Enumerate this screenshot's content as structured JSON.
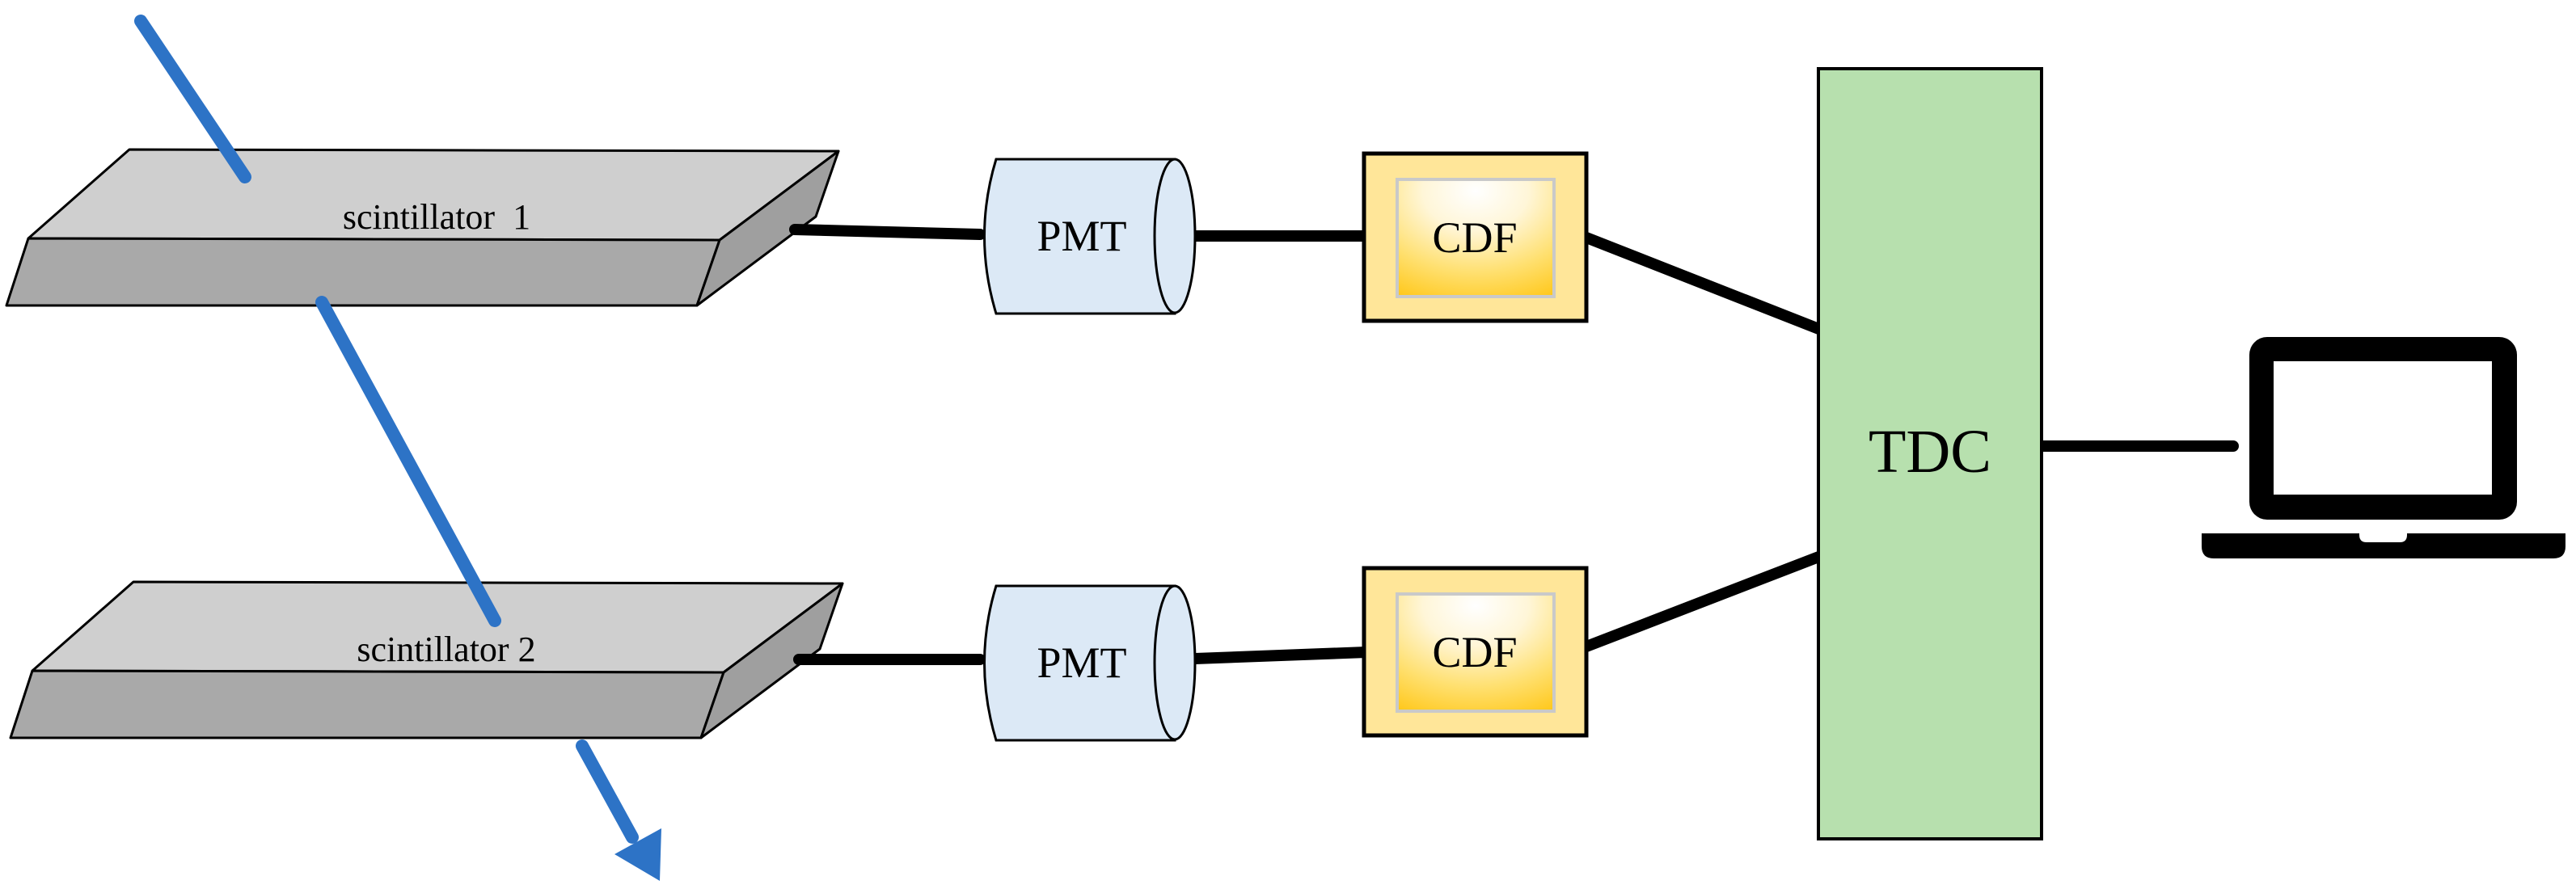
{
  "diagram": {
    "description": "Coincidence detection setup: two scintillators read by PMTs into CDF discriminators feeding a TDC connected to a computer",
    "background": "#ffffff",
    "colors": {
      "scintillator_top": "#cfcfcf",
      "scintillator_front": "#a9a9a9",
      "scintillator_side": "#9f9f9f",
      "outline": "#000000",
      "pmt_fill": "#dce9f6",
      "cdf_outer": "#ffe699",
      "cdf_inner_border": "#c9c9c9",
      "cdf_gradient_top": "#ffffff",
      "cdf_gradient_bottom": "#ffc000",
      "tdc_fill": "#b7e0ae",
      "connector": "#000000",
      "particle_track": "#2d73c6",
      "laptop": "#000000"
    },
    "nodes": {
      "scintillator1": {
        "label": "scintillator  1"
      },
      "scintillator2": {
        "label": "scintillator 2"
      },
      "pmt1": {
        "label": "PMT"
      },
      "pmt2": {
        "label": "PMT"
      },
      "cdf1": {
        "label": "CDF"
      },
      "cdf2": {
        "label": "CDF"
      },
      "tdc": {
        "label": "TDC"
      },
      "computer": {
        "icon": "laptop-icon"
      }
    }
  }
}
